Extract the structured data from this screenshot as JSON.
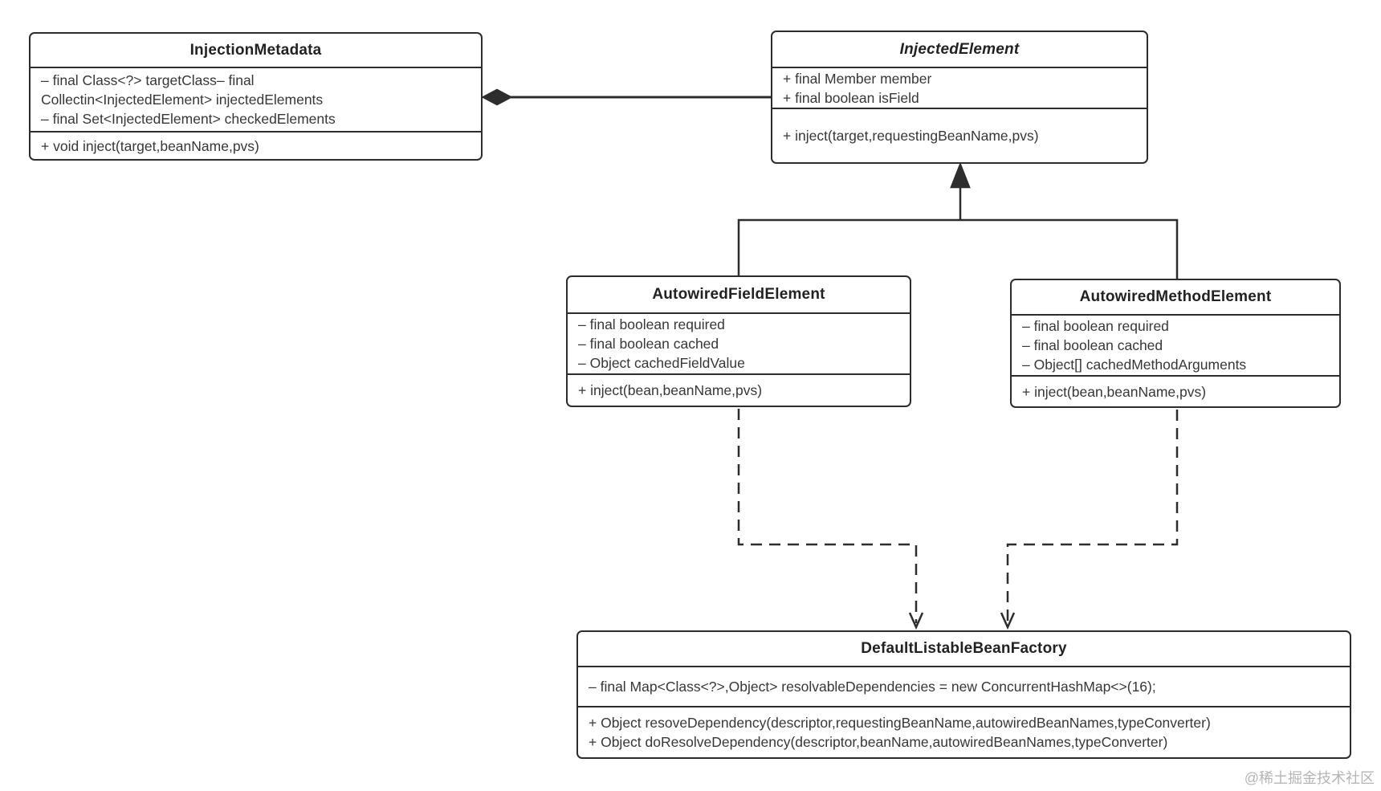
{
  "diagram": {
    "background_color": "#ffffff",
    "line_color": "#2d2d2d",
    "text_color": "#373737",
    "watermark_color": "#b5b5b5"
  },
  "watermark": "@稀土掘金技术社区",
  "classes": {
    "injection_metadata": {
      "name": "InjectionMetadata",
      "abstract": false,
      "attribute_lines": [
        "– final Class<?> targetClass– final",
        "Collectin<InjectedElement> injectedElements",
        "– final Set<InjectedElement> checkedElements"
      ],
      "methods": [
        "+ void inject(target,beanName,pvs)"
      ]
    },
    "injected_element": {
      "name": "InjectedElement",
      "abstract": true,
      "attribute_lines": [
        "+ final Member member",
        "+ final boolean isField"
      ],
      "methods": [
        "+ inject(target,requestingBeanName,pvs)"
      ]
    },
    "autowired_field_element": {
      "name": "AutowiredFieldElement",
      "abstract": false,
      "attribute_lines": [
        "– final boolean required",
        "– final boolean cached",
        "– Object cachedFieldValue"
      ],
      "methods": [
        "+ inject(bean,beanName,pvs)"
      ]
    },
    "autowired_method_element": {
      "name": "AutowiredMethodElement",
      "abstract": false,
      "attribute_lines": [
        "– final boolean required",
        "– final boolean cached",
        "– Object[] cachedMethodArguments"
      ],
      "methods": [
        "+ inject(bean,beanName,pvs)"
      ]
    },
    "default_listable_bean_factory": {
      "name": "DefaultListableBeanFactory",
      "abstract": false,
      "attribute_lines": [
        "– final Map<Class<?>,Object> resolvableDependencies = new ConcurrentHashMap<>(16);"
      ],
      "methods": [
        "+ Object resoveDependency(descriptor,requestingBeanName,autowiredBeanNames,typeConverter)",
        "+ Object doResolveDependency(descriptor,beanName,autowiredBeanNames,typeConverter)"
      ]
    }
  },
  "relationships": [
    {
      "type": "composition",
      "from": "InjectionMetadata",
      "to": "InjectedElement"
    },
    {
      "type": "inheritance",
      "from": "AutowiredFieldElement",
      "to": "InjectedElement"
    },
    {
      "type": "inheritance",
      "from": "AutowiredMethodElement",
      "to": "InjectedElement"
    },
    {
      "type": "dependency",
      "from": "AutowiredFieldElement",
      "to": "DefaultListableBeanFactory"
    },
    {
      "type": "dependency",
      "from": "AutowiredMethodElement",
      "to": "DefaultListableBeanFactory"
    }
  ]
}
